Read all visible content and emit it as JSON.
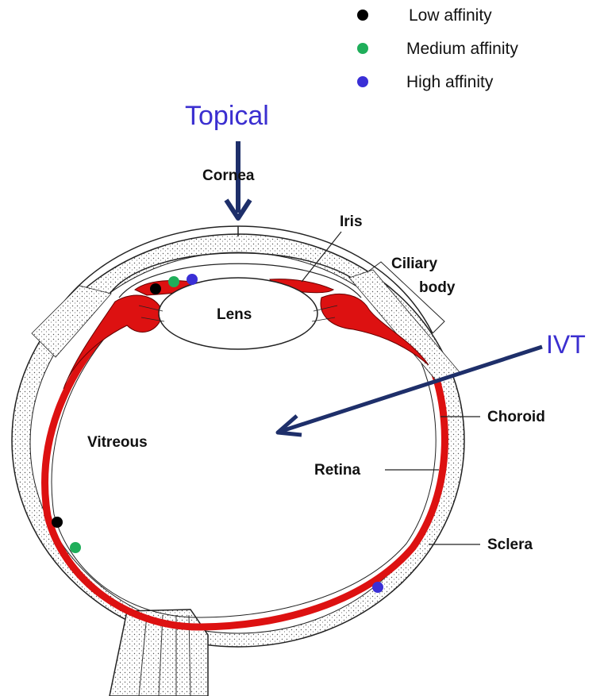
{
  "legend": {
    "items": [
      {
        "label": "Low affinity",
        "color": "#000000"
      },
      {
        "label": "Medium affinity",
        "color": "#1fae5a"
      },
      {
        "label": "High affinity",
        "color": "#3a2fd6"
      }
    ]
  },
  "routes": {
    "topical": "Topical",
    "ivt": "IVT",
    "color": "#3b2fd0",
    "arrow_color": "#1e2f6a"
  },
  "anatomy": {
    "cornea": "Cornea",
    "iris": "Iris",
    "ciliary_body_line1": "Ciliary",
    "ciliary_body_line2": "body",
    "lens": "Lens",
    "vitreous": "Vitreous",
    "choroid": "Choroid",
    "retina": "Retina",
    "sclera": "Sclera"
  },
  "colors": {
    "tissue_red": "#dd1111"
  }
}
